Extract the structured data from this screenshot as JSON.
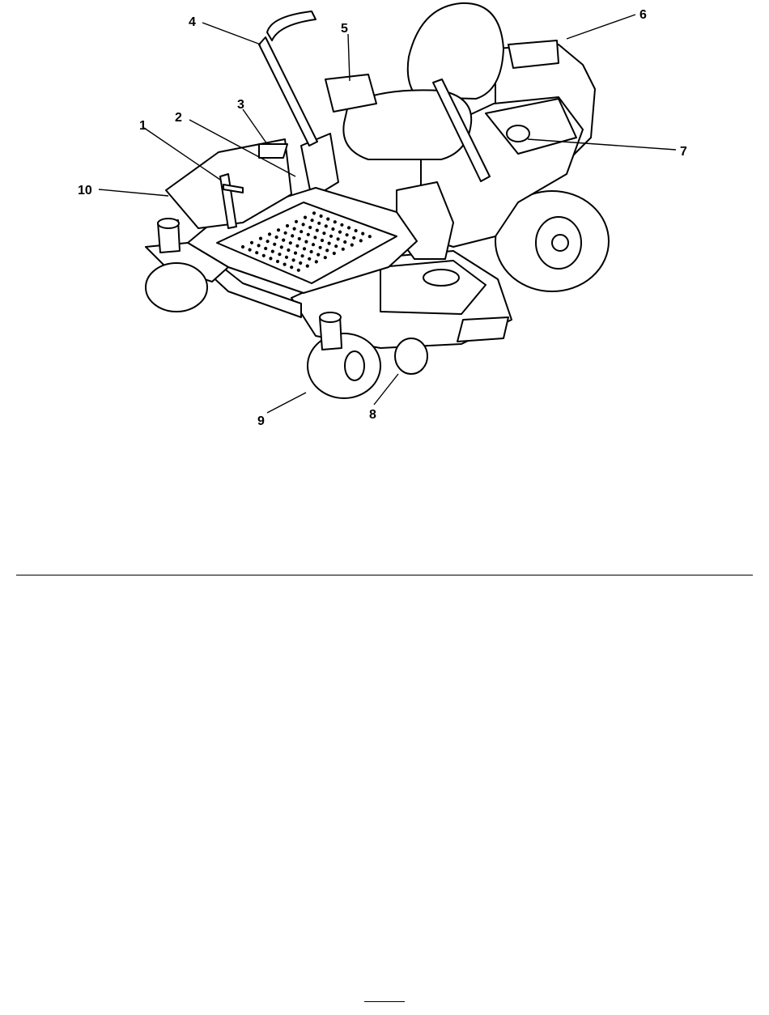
{
  "figure": {
    "callouts": [
      "1",
      "2",
      "3",
      "4",
      "5",
      "6",
      "7",
      "8",
      "9",
      "10"
    ]
  }
}
